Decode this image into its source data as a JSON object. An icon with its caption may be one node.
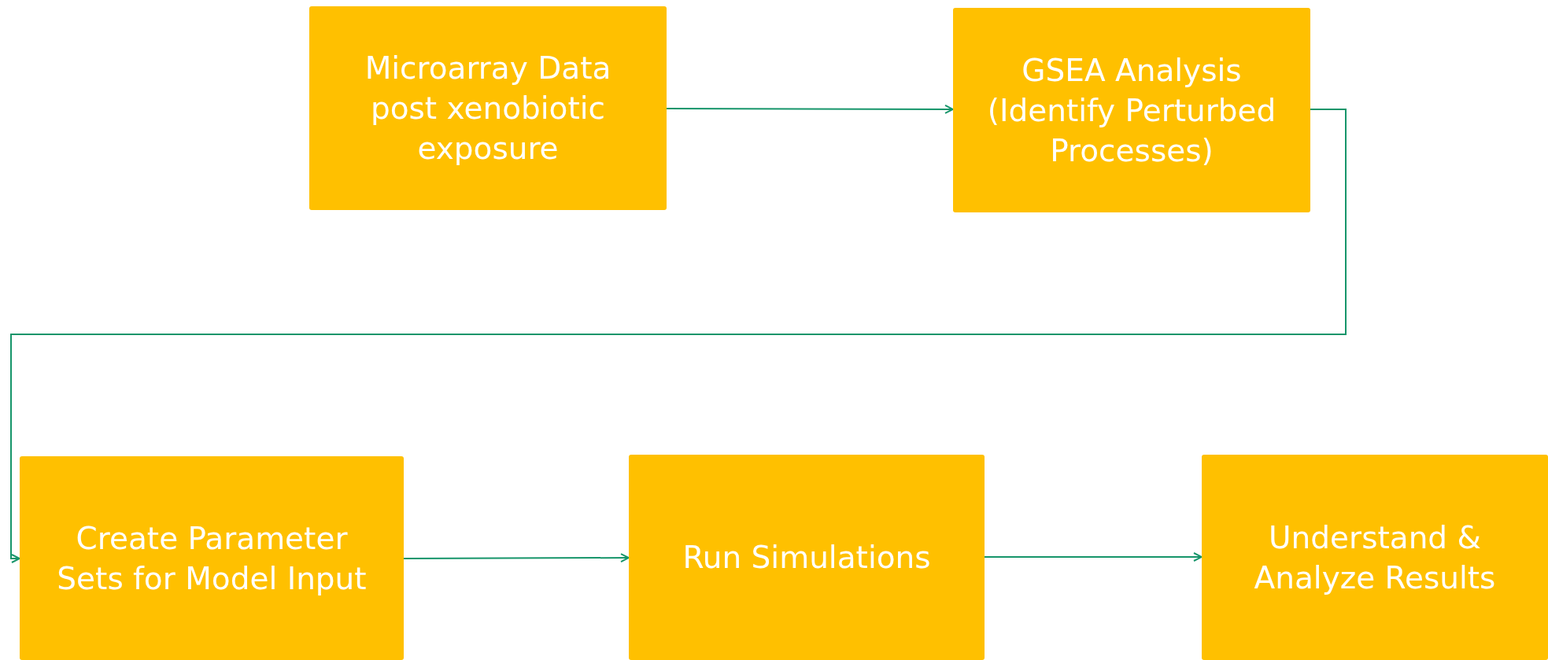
{
  "diagram": {
    "nodes": [
      {
        "text": [
          "Microarray Data post xenobiotic exposure"
        ]
      },
      {
        "text": [
          "GSEA Analysis (Identify Perturbed Processes)"
        ]
      },
      {
        "text": [
          "Create Parameter Sets for Model Input"
        ]
      },
      {
        "text": [
          "Run Simulations"
        ]
      },
      {
        "text": [
          "Understand & Analyze Results"
        ]
      }
    ],
    "edges": [
      {
        "from": 0,
        "to": 1,
        "arrow": "to"
      },
      {
        "from": 1,
        "to": 2,
        "arrow": "to"
      },
      {
        "from": 2,
        "to": 3,
        "arrow": "to"
      },
      {
        "from": 3,
        "to": 4,
        "arrow": "to"
      }
    ]
  }
}
